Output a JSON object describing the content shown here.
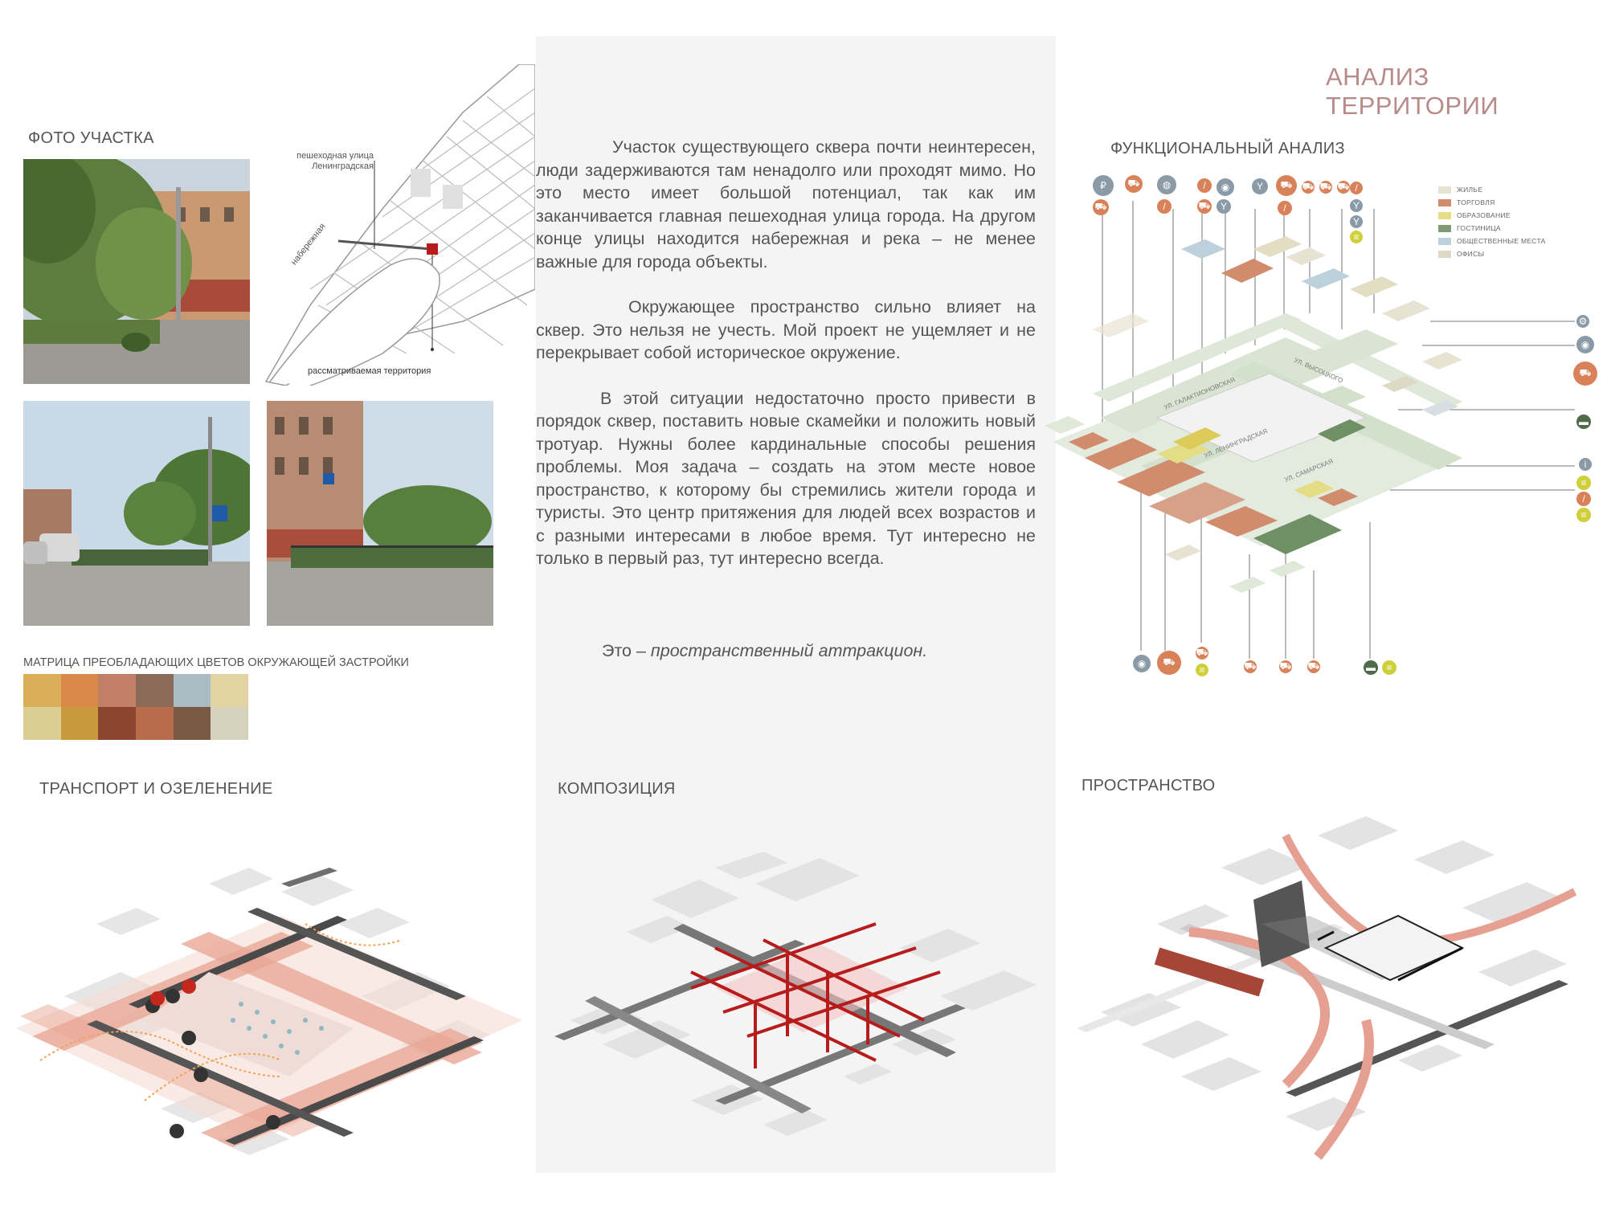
{
  "header": {
    "title": "АНАЛИЗ ТЕРРИТОРИИ"
  },
  "photo_section": {
    "label": "ФОТО УЧАСТКА"
  },
  "map": {
    "label_pedestrian_line1": "пешеходная улица",
    "label_pedestrian_line2": "Ленинградская",
    "label_embankment": "набережная",
    "label_territory": "рассматриваемая территория"
  },
  "essay": {
    "p1": "Участок существующего сквера почти неинтересен, люди задерживаются там ненадолго или проходят мимо. Но это место имеет большой потенциал, так как им заканчивается главная пешеходная улица города. На другом конце улицы находится набережная и река – не менее важные для города объекты.",
    "p2": "Окружающее пространство сильно влияет на сквер. Это нельзя не учесть. Мой проект не ущемляет и не перекрывает собой историческое окружение.",
    "p3": "В этой ситуации недостаточно просто привести в порядок сквер, поставить новые скамейки и положить новый тротуар. Нужны более кардинальные способы решения проблемы. Моя задача – создать на этом месте новое пространство, к которому бы стремились жители города и туристы. Это центр притяжения для людей всех возрастов и с разными интересами в любое время. Тут интересно не только в первый раз, тут интересно всегда.",
    "closing_prefix": "Это – ",
    "closing_emphasis": "пространственный аттракцион."
  },
  "palette": {
    "label": "МАТРИЦА ПРЕОБЛАДАЮЩИХ ЦВЕТОВ ОКРУЖАЮЩЕЙ ЗАСТРОЙКИ",
    "colors": [
      "#dcae5a",
      "#d98a4a",
      "#c27f68",
      "#8b6a58",
      "#a9bcc4",
      "#e3d3a2",
      "#dccd93",
      "#c99a3d",
      "#8e4530",
      "#b86c4a",
      "#7a5a44",
      "#d6d2bc",
      "#c8c6ae",
      "#c9c8b4"
    ]
  },
  "functional": {
    "label": "ФУНКЦИОНАЛЬНЫЙ АНАЛИЗ",
    "legend": [
      {
        "name": "ЖИЛЬЕ",
        "color": "#e8e2d2"
      },
      {
        "name": "ТОРГОВЛЯ",
        "color": "#d18c6e"
      },
      {
        "name": "ОБРАЗОВАНИЕ",
        "color": "#e3de86"
      },
      {
        "name": "ГОСТИНИЦА",
        "color": "#7f9a74"
      },
      {
        "name": "ОБЩЕСТВЕННЫЕ МЕСТА",
        "color": "#bdd1dc"
      },
      {
        "name": "ОФИСЫ",
        "color": "#dcd9c4"
      }
    ],
    "streets": [
      "УЛ. ГАЛАКТИОНОВСКАЯ",
      "УЛ. ВЫСОЦКОГО",
      "УЛ. ЛЕНИНГРАДСКАЯ",
      "УЛ. САМАРСКАЯ"
    ],
    "icon_colors": {
      "trade": "#d9825a",
      "food": "#8a9aa6",
      "edu": "#cfcf3a",
      "hotel": "#4f6b48",
      "office": "#9aa4a8"
    }
  },
  "diagrams": {
    "transport_label": "ТРАНСПОРТ И ОЗЕЛЕНЕНИЕ",
    "composition_label": "КОМПОЗИЦИЯ",
    "space_label": "ПРОСТРАНСТВО"
  }
}
